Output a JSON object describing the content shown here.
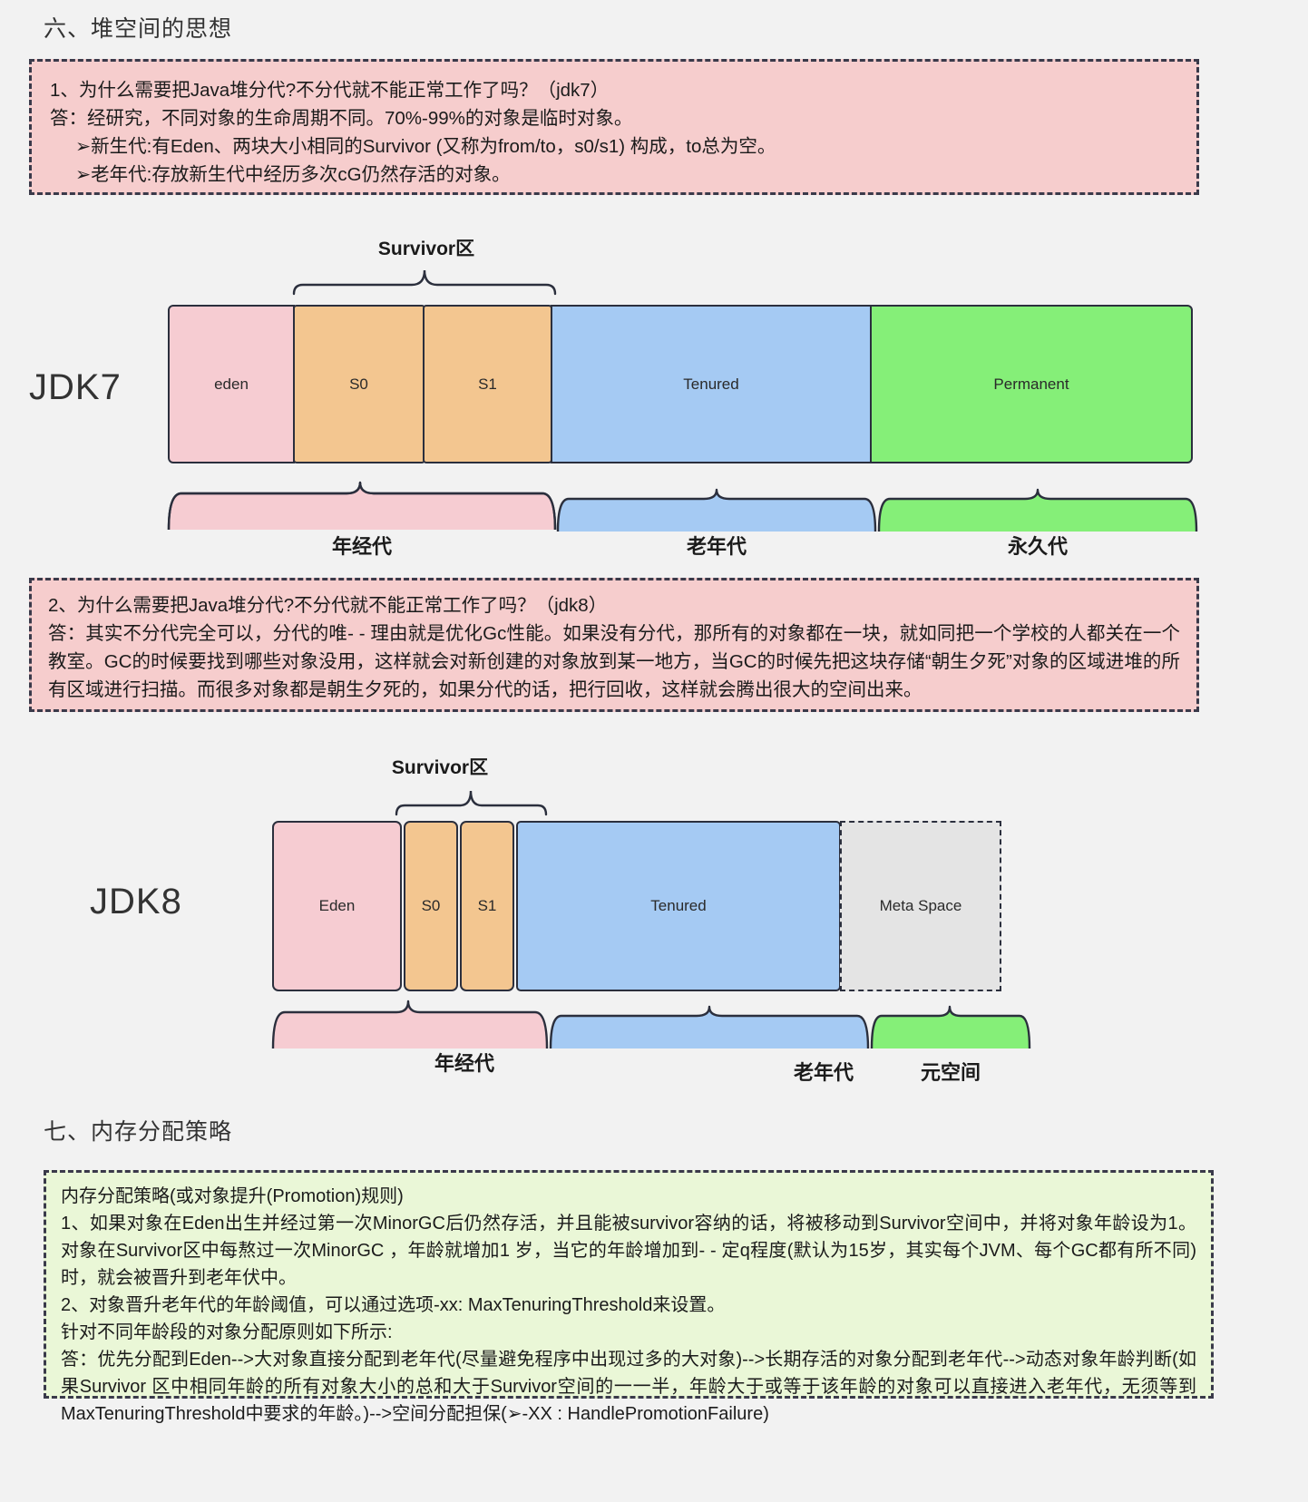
{
  "page": {
    "background": "#f2f2f2",
    "section6_title": "六、堆空间的思想",
    "section7_title": "七、内存分配策略"
  },
  "colors": {
    "pink_box_bg": "#f6cdcd",
    "green_box_bg": "#eaf7d7",
    "eden": "#f6ccd2",
    "survivor": "#f3c690",
    "tenured": "#a5caf3",
    "permanent": "#85ef78",
    "metaspace": "#e4e4e4",
    "border": "#2b2f3d"
  },
  "callout_jdk7": {
    "line1": "1、为什么需要把Java堆分代?不分代就不能正常工作了吗？（jdk7）",
    "line2": "答：经研究，不同对象的生命周期不同。70%-99%的对象是临时对象。",
    "line3": "➢新生代:有Eden、两块大小相同的Survivor (又称为from/to，s0/s1) 构成，to总为空。",
    "line4": "➢老年代:存放新生代中经历多次cG仍然存活的对象。"
  },
  "callout_jdk8": {
    "line1": "2、为什么需要把Java堆分代?不分代就不能正常工作了吗？（jdk8）",
    "body": "答：其实不分代完全可以，分代的唯- - 理由就是优化Gc性能。如果没有分代，那所有的对象都在一块，就如同把一个学校的人都关在一个教室。GC的时候要找到哪些对象没用，这样就会对新创建的对象放到某一地方，当GC的时候先把这块存储“朝生夕死”对象的区域进堆的所有区域进行扫描。而很多对象都是朝生夕死的，如果分代的话，把行回收，这样就会腾出很大的空间出来。"
  },
  "callout_alloc": {
    "line1": "内存分配策略(或对象提升(Promotion)规则)",
    "line2": "1、如果对象在Eden出生并经过第一次MinorGC后仍然存活，并且能被survivor容纳的话，将被移动到Survivor空间中，并将对象年龄设为1。对象在Survivor区中每熬过一次MinorGC ，年龄就增加1 岁，当它的年龄增加到- - 定q程度(默认为15岁，其实每个JVM、每个GC都有所不同)时，就会被晋升到老年伏中。",
    "line3": "2、对象晋升老年代的年龄阈值，可以通过选项-xx: MaxTenuringThreshold来设置。",
    "line4": "针对不同年龄段的对象分配原则如下所示:",
    "line5": "答：优先分配到Eden-->大对象直接分配到老年代(尽量避免程序中出现过多的大对象)-->长期存活的对象分配到老年代-->动态对象年龄判断(如果Survivor 区中相同年龄的所有对象大小的总和大于Survivor空间的一一半，年龄大于或等于该年龄的对象可以直接进入老年代，无须等到MaxTenuringThreshold中要求的年龄。)-->空间分配担保(➢-XX : HandlePromotionFailure)"
  },
  "diagram_jdk7": {
    "title": "JDK7",
    "survivor_label": "Survivor区",
    "boxes": [
      {
        "label": "eden",
        "color": "#f6ccd2"
      },
      {
        "label": "S0",
        "color": "#f3c690"
      },
      {
        "label": "S1",
        "color": "#f3c690"
      },
      {
        "label": "Tenured",
        "color": "#a5caf3"
      },
      {
        "label": "Permanent",
        "color": "#85ef78"
      }
    ],
    "brace_labels": [
      {
        "label": "年经代",
        "color": "#f6ccd2"
      },
      {
        "label": "老年代",
        "color": "#a5caf3"
      },
      {
        "label": "永久代",
        "color": "#85ef78"
      }
    ]
  },
  "diagram_jdk8": {
    "title": "JDK8",
    "survivor_label": "Survivor区",
    "boxes": [
      {
        "label": "Eden",
        "color": "#f6ccd2"
      },
      {
        "label": "S0",
        "color": "#f3c690"
      },
      {
        "label": "S1",
        "color": "#f3c690"
      },
      {
        "label": "Tenured",
        "color": "#a5caf3"
      },
      {
        "label": "Meta Space",
        "color": "#e4e4e4"
      }
    ],
    "brace_labels": [
      {
        "label": "年经代",
        "color": "#f6ccd2"
      },
      {
        "label": "老年代",
        "color": "#a5caf3"
      },
      {
        "label": "元空间",
        "color": "#85ef78"
      }
    ]
  }
}
